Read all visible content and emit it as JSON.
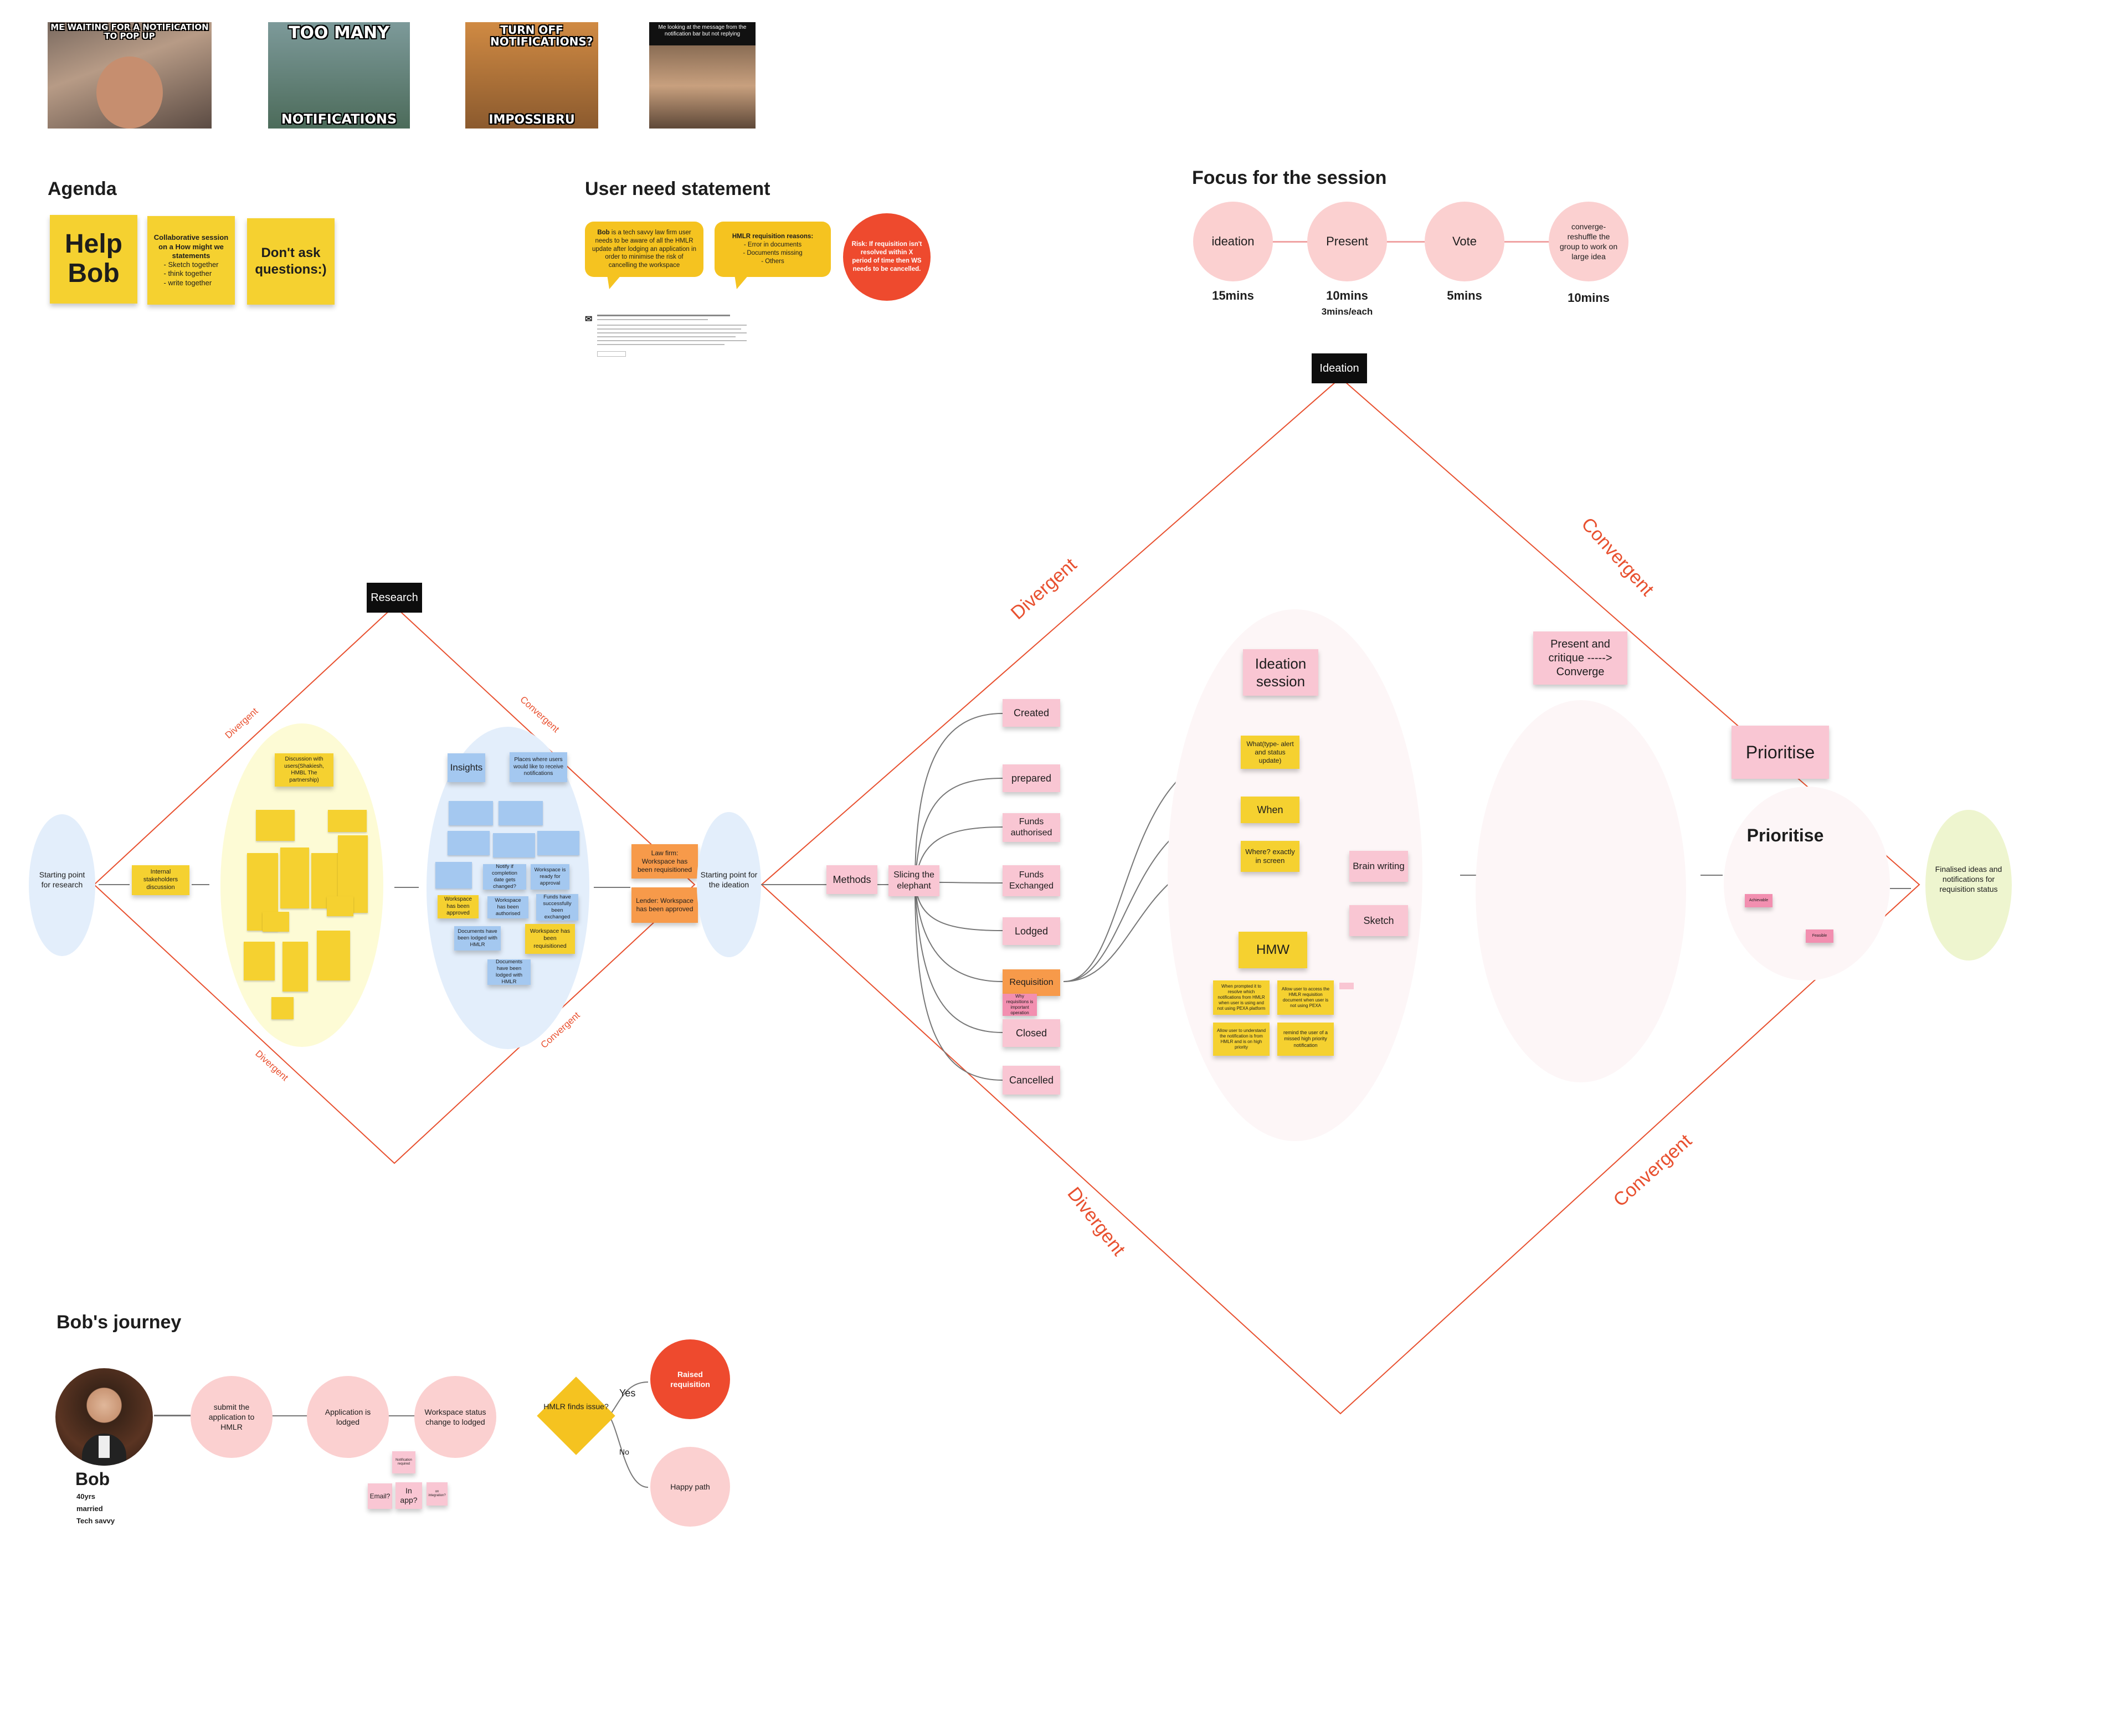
{
  "memes": [
    {
      "top": "ME WAITING FOR A NOTIFICATION TO POP UP",
      "bottom": ""
    },
    {
      "top": "TOO MANY",
      "bottom": "NOTIFICATIONS"
    },
    {
      "top": "TURN OFF NOTIFICATIONS?",
      "bottom": "IMPOSSIBRU"
    },
    {
      "top": "Me looking at the message from the notification bar but not replying",
      "bottom": ""
    }
  ],
  "agenda": {
    "title": "Agenda",
    "help_bob": "Help Bob",
    "collab_title": "Collaborative session on a How might we statements",
    "collab_items": "- Sketch together\n- think together\n- write together",
    "dont_ask": "Don't ask questions:)"
  },
  "user_need": {
    "title": "User need statement",
    "bubble1_bold": "Bob",
    "bubble1_text": " is a tech savvy law firm user needs to be aware of all the HMLR update after lodging an application in order to minimise the risk of cancelling the workspace",
    "bubble2_bold": "HMLR requisition reasons:",
    "bubble2_text": "- Error in documents\n- Documents missing\n- Others",
    "risk": "Risk: If requisition isn't resolved within X period of time then WS needs to be cancelled."
  },
  "focus": {
    "title": "Focus for the session",
    "steps": [
      {
        "label": "ideation",
        "time": "15mins",
        "sub": ""
      },
      {
        "label": "Present",
        "time": "10mins",
        "sub": "3mins/each"
      },
      {
        "label": "Vote",
        "time": "5mins",
        "sub": ""
      },
      {
        "label": "converge- reshuffle the group to work on large idea",
        "time": "10mins",
        "sub": ""
      }
    ]
  },
  "research": {
    "tag": "Research",
    "start": "Starting point for research",
    "internal": "Internal stakeholders discussion",
    "discussion": "Discussion with users(Shakiesh, HMBL The partnership)",
    "insights": "Insights",
    "places": "Places where users would like to receive notifications",
    "blue_notes": [
      "Workspace has been approved",
      "Workspace has been authorised",
      "Funds have successfully been exchanged",
      "Documents have been lodged with HMLR",
      "Workspace has been requisitioned",
      "Documents have been lodged with HMLR",
      "Workspace is ready for approval",
      "Notify if completion date gets changed?"
    ],
    "lawfirm": "Law firm: Workspace has been requisitioned",
    "lender": "Lender: Workspace has been approved",
    "divergent": "Divergent",
    "convergent": "Convergent"
  },
  "ideation": {
    "tag": "Ideation",
    "start": "Starting point for the ideation",
    "methods": "Methods",
    "slicing": "Slicing the elephant",
    "stages": [
      "Created",
      "prepared",
      "Funds authorised",
      "Funds Exchanged",
      "Lodged",
      "Requisition",
      "Closed",
      "Cancelled"
    ],
    "req_note": "Why requisitions is important operation",
    "session": "Ideation session",
    "what": "What(type- alert and status update)",
    "when": "When",
    "where": "Where? exactly in screen",
    "brain": "Brain writing",
    "sketch": "Sketch",
    "hmw": "HMW",
    "hmw_notes": [
      "When prompted it to resolve which notifications from HMLR when user is using and not using PEXA platform",
      "Allow user to access the HMLR requisition document when user is not using PEXA",
      "Allow user to understand the notification is from HMLR and is on high priority",
      "remind the user of a missed high priority notification"
    ],
    "present": "Present and critique -----> Converge",
    "prioritise_sticky": "Prioritise",
    "prioritise_title": "Prioritise",
    "achievable": "Achievable",
    "feasible": "Feasible",
    "final": "Finalised ideas and notifications for requisition status",
    "divergent": "Divergent",
    "convergent": "Convergent"
  },
  "journey": {
    "title": "Bob's journey",
    "name": "Bob",
    "age": "40yrs",
    "status": "married",
    "trait": "Tech savvy",
    "steps": [
      "submit the application to HMLR",
      "Application is lodged",
      "Workspace status change to lodged"
    ],
    "decision": "HMLR finds issue?",
    "yes": "Yes",
    "no": "No",
    "raised": "Raised requisition",
    "happy": "Happy path",
    "channels": [
      "Notification required",
      "Email?",
      "In app?",
      "on integration?"
    ]
  },
  "colors": {
    "sticky_yellow": "#f5d130",
    "sticky_pink": "#f9c6d3",
    "sticky_blue": "#a4c8f0",
    "sticky_orange": "#f79a4a",
    "risk_red": "#ee4a2e",
    "diagram_line": "#e8502f"
  }
}
